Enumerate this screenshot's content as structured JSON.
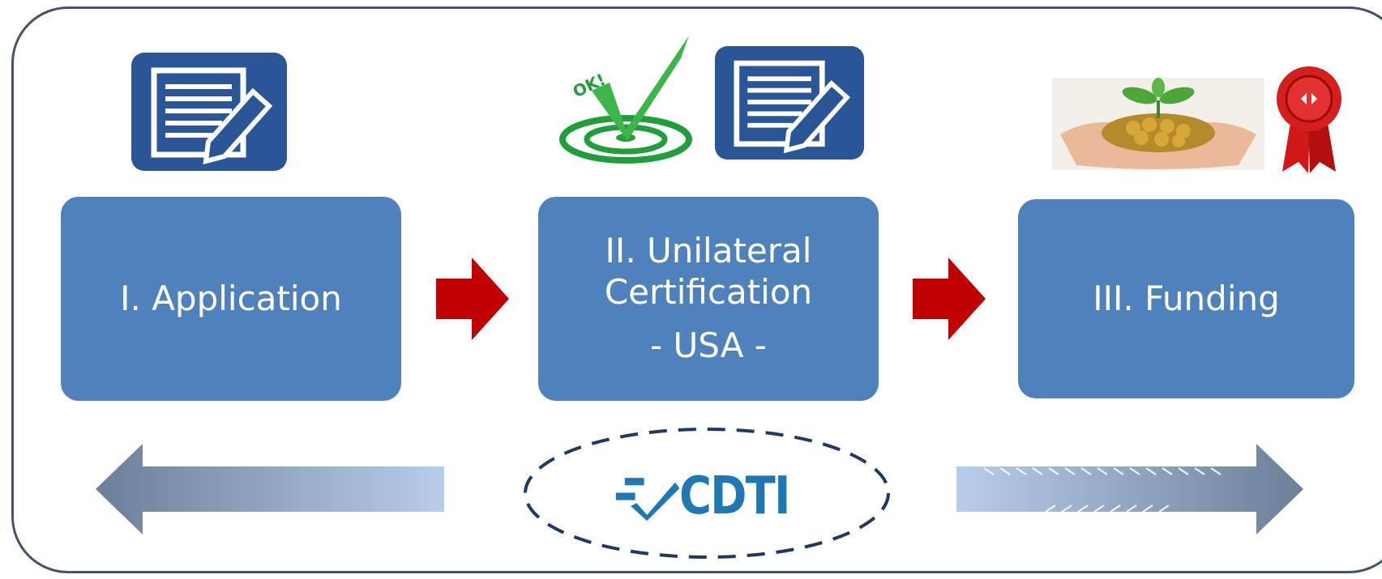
{
  "stages": [
    {
      "label": "I. Application"
    },
    {
      "label_line1": "II. Unilateral",
      "label_line2": "Certification",
      "sublabel": "- USA -"
    },
    {
      "label": "III. Funding"
    }
  ],
  "logo": {
    "text": "CDTI"
  },
  "icons": {
    "application": "document-edit-icon",
    "check": "ok-checkmark-target-icon",
    "certification_doc": "document-edit-icon",
    "funding": "coins-plant-in-hands-image",
    "award": "award-ribbon-icon"
  },
  "colors": {
    "frame": "#44546a",
    "stage_fill": "#4f81bd",
    "flow_arrow": "#c00000",
    "logo_blue": "#1f78b4",
    "ellipse": "#1f3864"
  }
}
